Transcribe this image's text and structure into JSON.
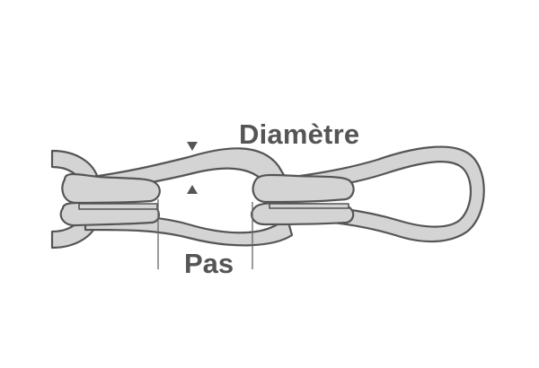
{
  "diagram": {
    "subject": "chain-link",
    "labels": {
      "diameter": "Diamètre",
      "pitch": "Pas"
    },
    "colors": {
      "link_fill": "#d4d4d4",
      "link_stroke": "#555555",
      "text": "#555555",
      "marker": "#555555",
      "background": "#ffffff"
    },
    "markers": {
      "diameter": [
        "arrow-down-triangle",
        "arrow-up-triangle"
      ],
      "pitch": [
        "left-dimension-line",
        "right-dimension-line"
      ]
    }
  }
}
